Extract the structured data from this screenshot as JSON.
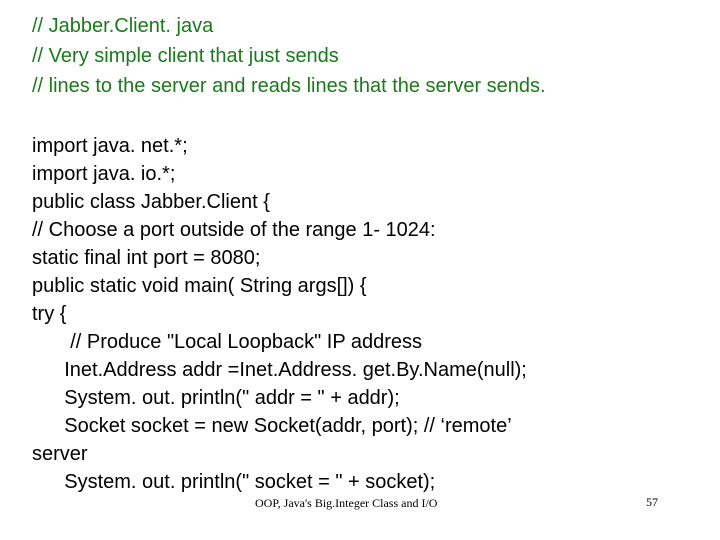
{
  "header_comments": [
    "// Jabber.Client. java",
    "// Very simple client that just sends",
    "// lines to the server and reads lines that the server sends."
  ],
  "code_lines": [
    "import java. net.*;",
    "import java. io.*;",
    "public class Jabber.Client {",
    "// Choose a port outside of the range 1- 1024:",
    "static final int port = 8080;",
    "public static void main( String args[]) {",
    "try {",
    "    // Produce \"Local Loopback\" IP address",
    "    Inet.Address addr =Inet.Address. get.By.Name(null);",
    "    System. out. println(\" addr = \" + addr);",
    "    Socket socket = new Socket(addr, port); // ‘remote’",
    "server",
    "    System. out. println(\" socket = \" + socket);"
  ],
  "footer": {
    "title": "OOP, Java's Big.Integer Class and I/O",
    "page_number": "57"
  },
  "colors": {
    "comment": "#1a7a1a",
    "code": "#000000",
    "background": "#ffffff"
  }
}
